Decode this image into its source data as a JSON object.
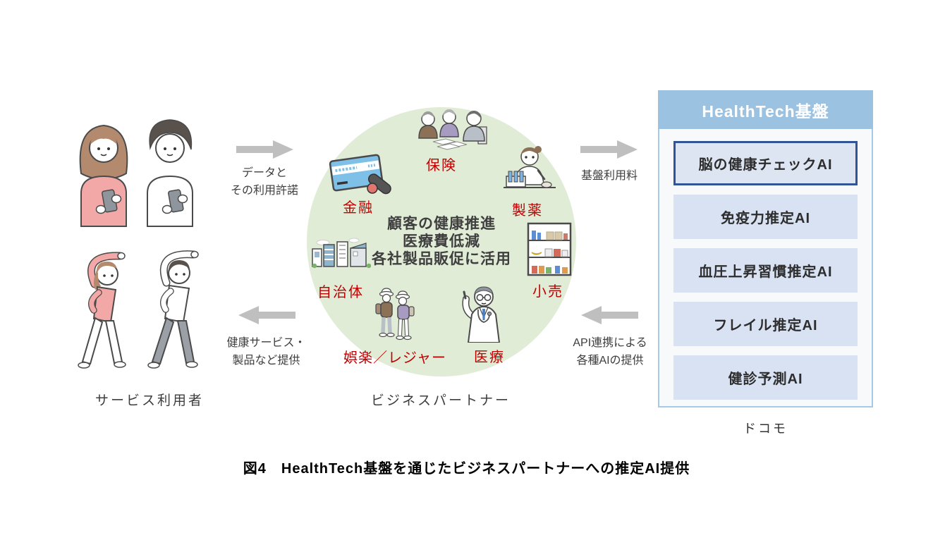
{
  "colors": {
    "circle_green": "#e1ecd7",
    "partner_label_red": "#c00000",
    "arrow_gray": "#bfbfbf",
    "panel_header_blue": "#9cc2e1",
    "panel_border_blue": "#a6c9e8",
    "ai_item_bg": "#d9e2f3",
    "ai_item_highlight_border": "#2f5597",
    "text_dark": "#3d3d3d"
  },
  "left": {
    "users_label": "サービス利用者"
  },
  "flows": {
    "data_license": {
      "line1": "データと",
      "line2": "その利用許諾"
    },
    "health_services": {
      "line1": "健康サービス・",
      "line2": "製品など提供"
    },
    "platform_fee": {
      "line1": "基盤利用料"
    },
    "api_ai": {
      "line1": "API連携による",
      "line2": "各種AIの提供"
    }
  },
  "center": {
    "partners_label": "ビジネスパートナー",
    "goals": {
      "line1": "顧客の健康推進",
      "line2": "医療費低減",
      "line3": "各社製品販促に活用"
    },
    "partners": {
      "insurance": "保険",
      "finance": "金融",
      "pharma": "製薬",
      "municipality": "自治体",
      "retail": "小売",
      "leisure": "娯楽／レジャー",
      "medical": "医療"
    }
  },
  "platform": {
    "title": "HealthTech基盤",
    "items": [
      {
        "label": "脳の健康チェックAI",
        "highlighted": true
      },
      {
        "label": "免疫力推定AI",
        "highlighted": false
      },
      {
        "label": "血圧上昇習慣推定AI",
        "highlighted": false
      },
      {
        "label": "フレイル推定AI",
        "highlighted": false
      },
      {
        "label": "健診予測AI",
        "highlighted": false
      }
    ],
    "provider": "ドコモ"
  },
  "caption": {
    "text": "図4　HealthTech基盤を通じたビジネスパートナーへの推定AI提供"
  }
}
